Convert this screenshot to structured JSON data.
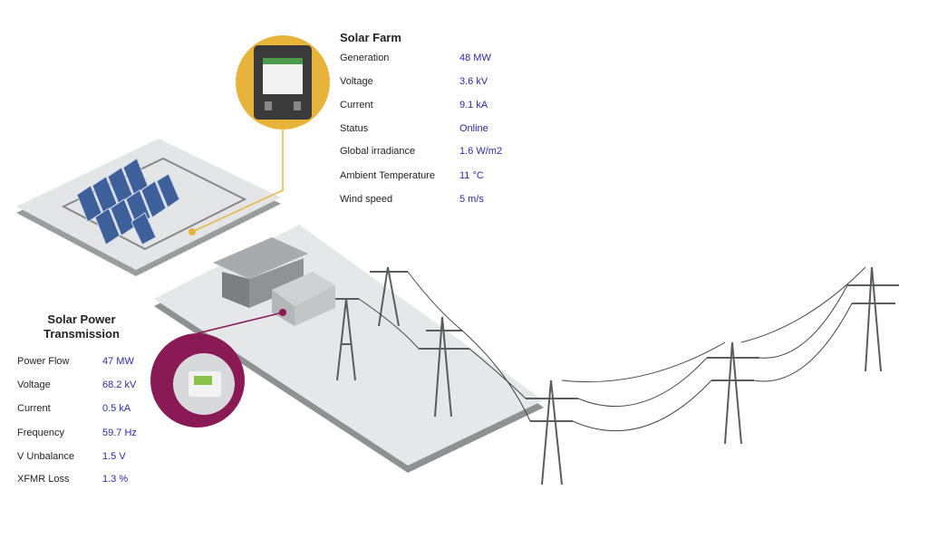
{
  "solar_farm": {
    "title": "Solar Farm",
    "rows": [
      {
        "label": "Generation",
        "value": "48 MW"
      },
      {
        "label": "Voltage",
        "value": "3.6 kV"
      },
      {
        "label": "Current",
        "value": "9.1 kA"
      },
      {
        "label": "Status",
        "value": "Online"
      },
      {
        "label": "Global irradiance",
        "value": "1.6 W/m2"
      },
      {
        "label": "Ambient Temperature",
        "value": "11 °C"
      },
      {
        "label": "Wind speed",
        "value": "5 m/s"
      }
    ]
  },
  "transmission": {
    "title_line1": "Solar Power",
    "title_line2": "Transmission",
    "rows": [
      {
        "label": "Power Flow",
        "value": "47 MW"
      },
      {
        "label": "Voltage",
        "value": "68.2 kV"
      },
      {
        "label": "Current",
        "value": "0.5 kA"
      },
      {
        "label": "Frequency",
        "value": "59.7 Hz"
      },
      {
        "label": "V Unbalance",
        "value": "1.5 V"
      },
      {
        "label": "XFMR Loss",
        "value": "1.3 %"
      }
    ]
  },
  "colors": {
    "value_text": "#2a2aa8",
    "farm_meter_ring": "#e8b33a",
    "transmission_meter_ring": "#8a1a55"
  }
}
